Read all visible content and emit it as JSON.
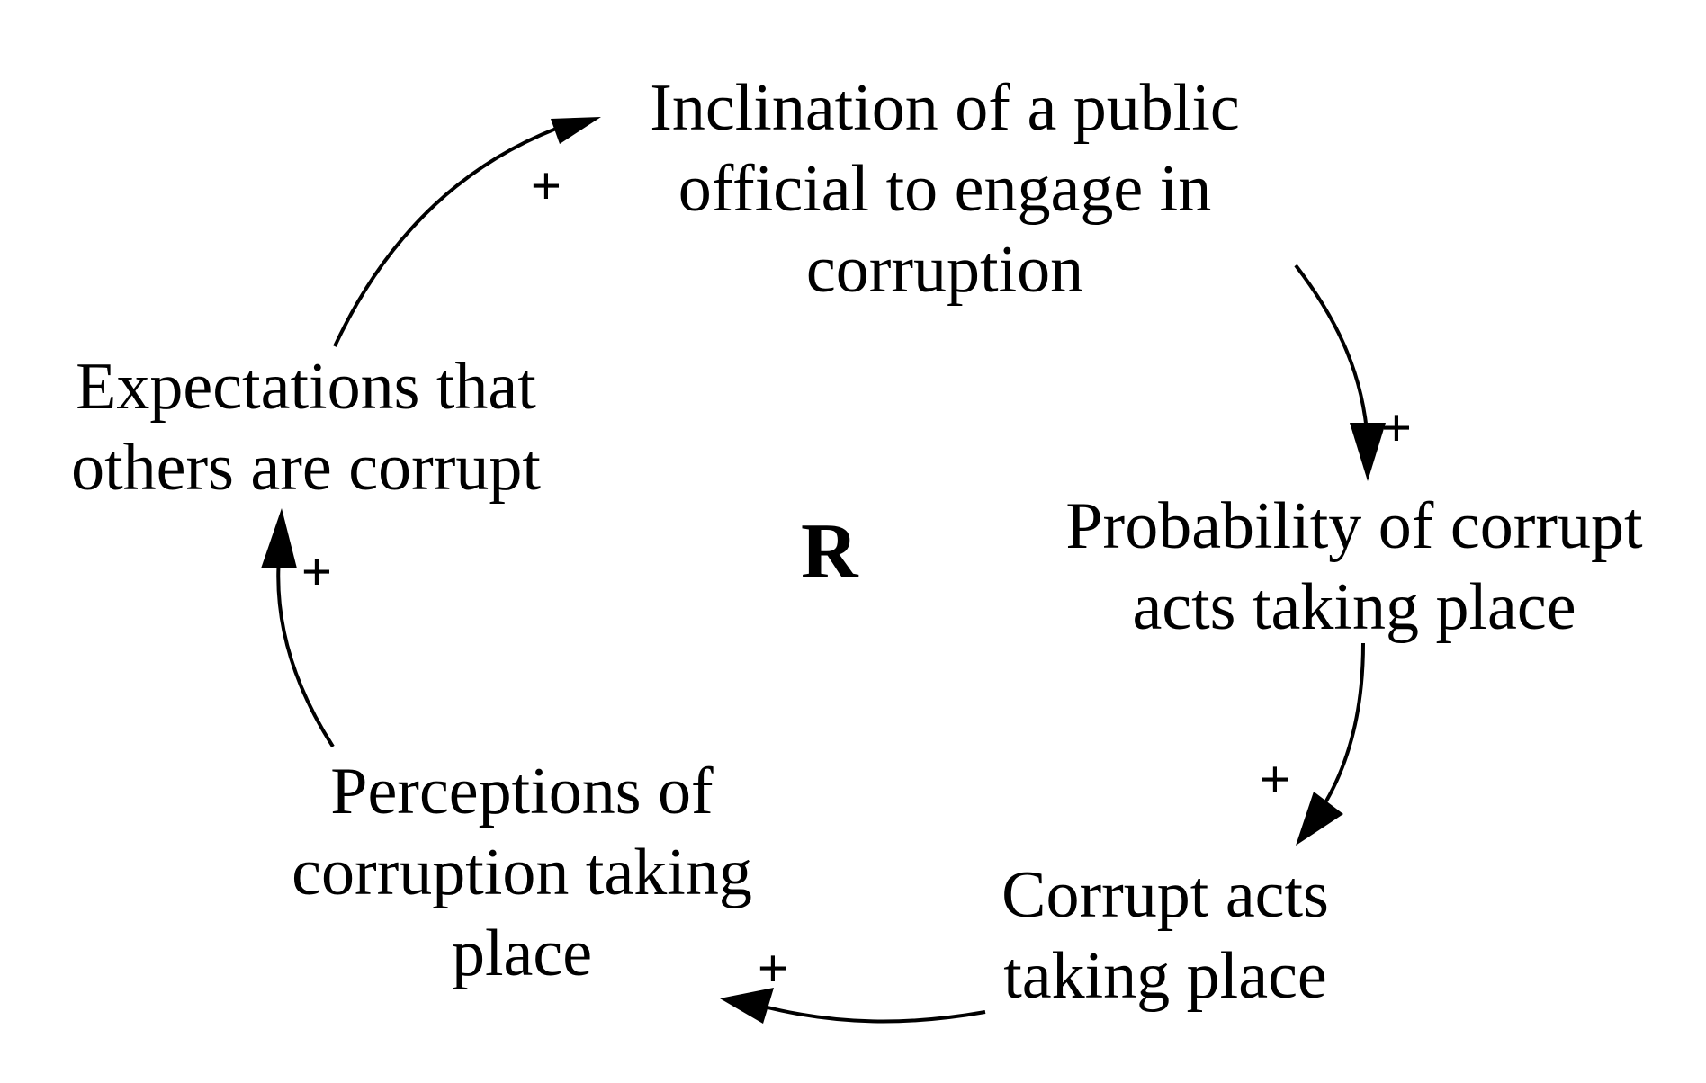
{
  "nodes": {
    "inclination": {
      "lines": [
        "Inclination of a public",
        "official to engage in",
        "corruption"
      ]
    },
    "probability": {
      "lines": [
        "Probability of corrupt",
        "acts taking place"
      ]
    },
    "corrupt_acts": {
      "lines": [
        "Corrupt acts",
        "taking place"
      ]
    },
    "perceptions": {
      "lines": [
        "Perceptions of",
        "corruption taking",
        "place"
      ]
    },
    "expectations": {
      "lines": [
        "Expectations that",
        "others are corrupt"
      ]
    }
  },
  "links": [
    {
      "from": "inclination",
      "to": "probability",
      "polarity": "+"
    },
    {
      "from": "probability",
      "to": "corrupt_acts",
      "polarity": "+"
    },
    {
      "from": "corrupt_acts",
      "to": "perceptions",
      "polarity": "+"
    },
    {
      "from": "perceptions",
      "to": "expectations",
      "polarity": "+"
    },
    {
      "from": "expectations",
      "to": "inclination",
      "polarity": "+"
    }
  ],
  "loop": {
    "label": "R"
  },
  "colors": {
    "ink": "#000000",
    "background": "#ffffff"
  }
}
